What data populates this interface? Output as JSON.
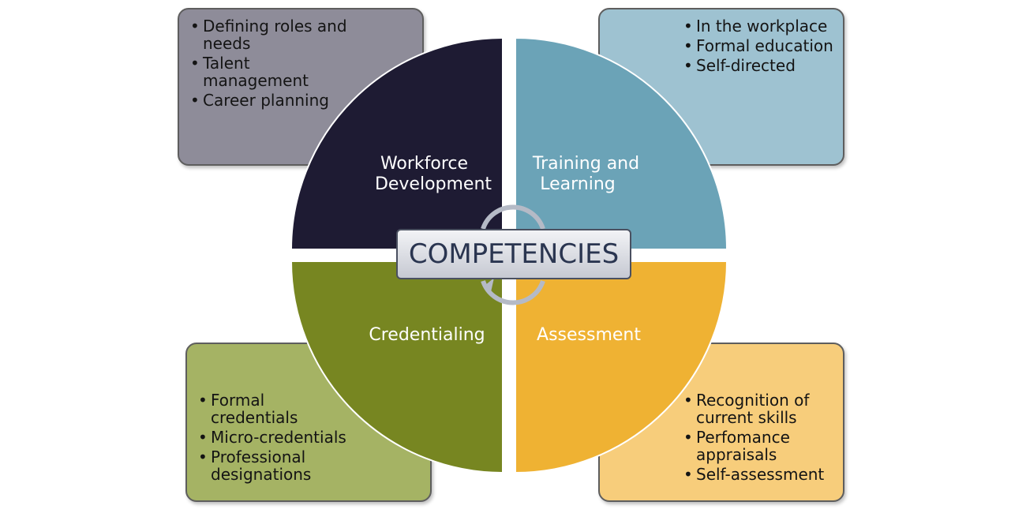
{
  "center": {
    "label": "COMPETENCIES"
  },
  "quadrants": [
    {
      "id": "tl",
      "title_lines": [
        "Workforce",
        "Development"
      ],
      "color": "#1e1b33"
    },
    {
      "id": "tr",
      "title_lines": [
        "Training and",
        "Learning"
      ],
      "color": "#6ba3b7"
    },
    {
      "id": "bl",
      "title_lines": [
        "Credentialing"
      ],
      "color": "#778621"
    },
    {
      "id": "br",
      "title_lines": [
        "Assessment"
      ],
      "color": "#efb233"
    }
  ],
  "boxes": {
    "tl": {
      "color": "#8e8c99",
      "items": [
        "Defining roles and needs",
        "Talent management",
        "Career planning"
      ]
    },
    "tr": {
      "color": "#9ec2d1",
      "items": [
        "In the workplace",
        "Formal education",
        "Self-directed"
      ]
    },
    "bl": {
      "color": "#a5b364",
      "items": [
        "Formal credentials",
        "Micro-credentials",
        "Professional designations"
      ]
    },
    "br": {
      "color": "#f7cd7b",
      "items": [
        "Recognition of current skills",
        "Perfomance appraisals",
        "Self-assessment"
      ]
    }
  }
}
